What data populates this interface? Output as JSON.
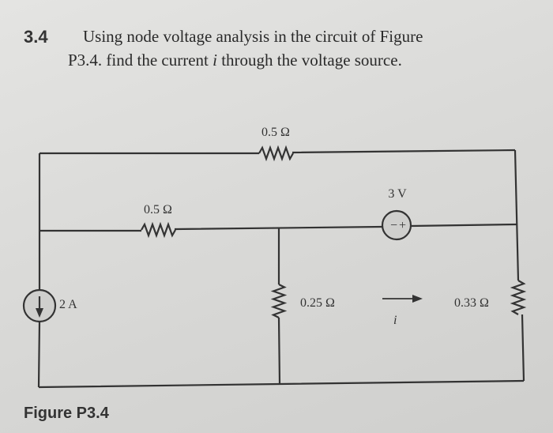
{
  "problem": {
    "number": "3.4",
    "line1": "Using node voltage analysis in the circuit of Figure",
    "line2_pre": "P3.4. find the current ",
    "line2_var": "i",
    "line2_post": " through the voltage source."
  },
  "circuit": {
    "r_top": "0.5 Ω",
    "r_mid": "0.5 Ω",
    "r_center": "0.25 Ω",
    "r_right": "0.33 Ω",
    "current_source": "2 A",
    "voltage_source": "3 V",
    "current_label": "i",
    "plus": "+",
    "minus": "−"
  },
  "figure_caption": "Figure P3.4"
}
